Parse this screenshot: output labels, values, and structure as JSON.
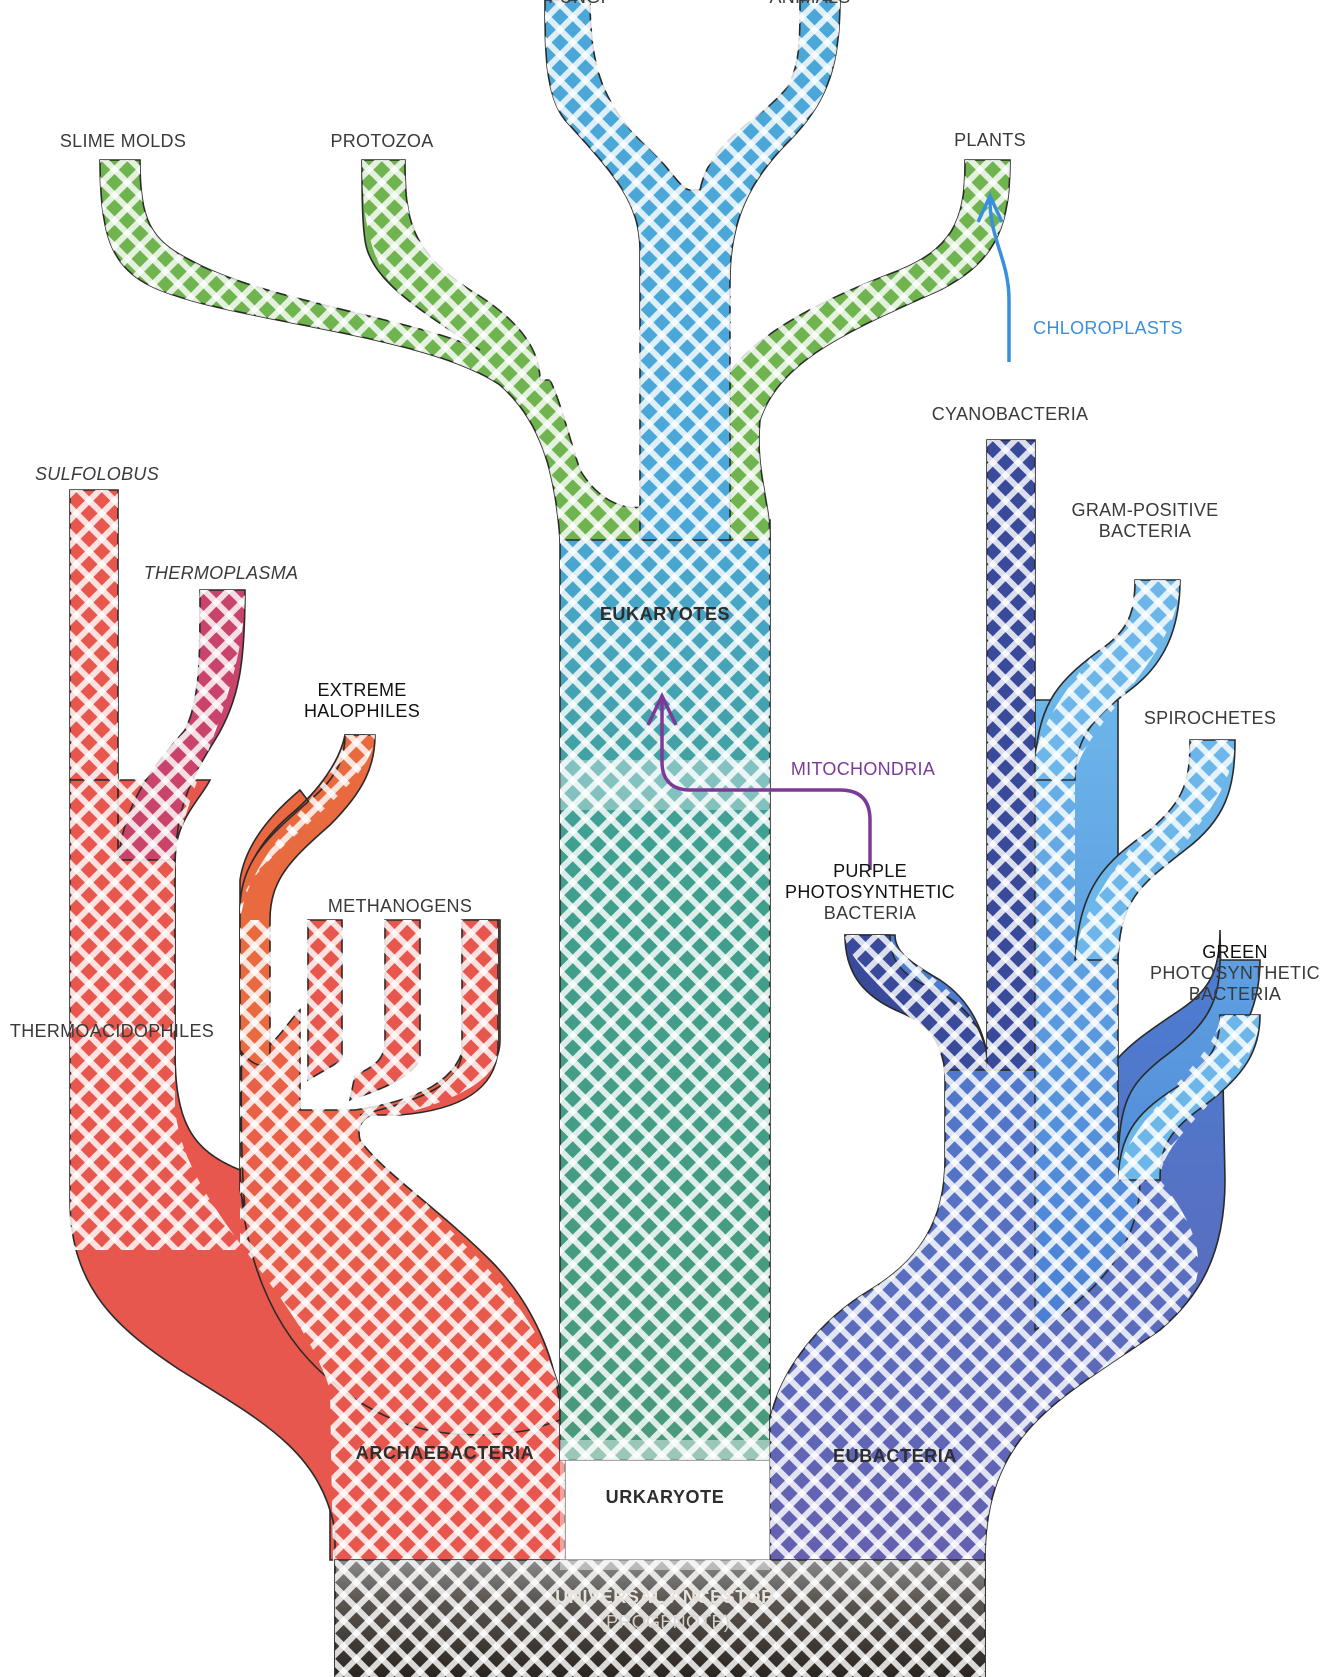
{
  "colors": {
    "archaea": "#e8574e",
    "archaea_light": "#f1908a",
    "pink": "#c9436a",
    "orange": "#ea6a3f",
    "eukaryote_green": "#6fb44f",
    "eukaryote_teal": "#3f9f8f",
    "eukaryote_blue": "#4aa7d8",
    "olive": "#6f8a3a",
    "eubacteria_purple": "#6a5aa8",
    "eubacteria_blue": "#4a7fd4",
    "light_blue": "#6cb6ea",
    "navy": "#3a4a9a",
    "ancestor": "#2a2520",
    "mitochondria": "#7b3a98",
    "chloroplasts": "#3a8fdc"
  },
  "labels": {
    "fungi": "FUNGI",
    "animals": "ANIMALS",
    "slime_molds": "SLIME MOLDS",
    "protozoa": "PROTOZOA",
    "plants": "PLANTS",
    "chloroplasts": "CHLOROPLASTS",
    "cyanobacteria": "CYANOBACTERIA",
    "sulfolobus": "SULFOLOBUS",
    "thermoplasma": "THERMOPLASMA",
    "gram_positive_1": "GRAM-POSITIVE",
    "gram_positive_2": "BACTERIA",
    "eukaryotes": "EUKARYOTES",
    "extreme_halophiles_1": "EXTREME",
    "extreme_halophiles_2": "HALOPHILES",
    "spirochetes": "SPIROCHETES",
    "mitochondria": "MITOCHONDRIA",
    "purple_1": "PURPLE",
    "purple_2": "PHOTOSYNTHETIC",
    "purple_3": "BACTERIA",
    "methanogens": "METHANOGENS",
    "green_1": "GREEN",
    "green_2": "PHOTOSYNTHETIC",
    "green_3": "BACTERIA",
    "thermoacidophiles": "THERMOACIDOPHILES",
    "archaebacteria": "ARCHAEBACTERIA",
    "eubacteria": "EUBACTERIA",
    "urkaryote": "URKARYOTE",
    "universal_ancestor": "UNIVERSAL ANCESTOR",
    "progenote": "(PROGENOTE)"
  }
}
